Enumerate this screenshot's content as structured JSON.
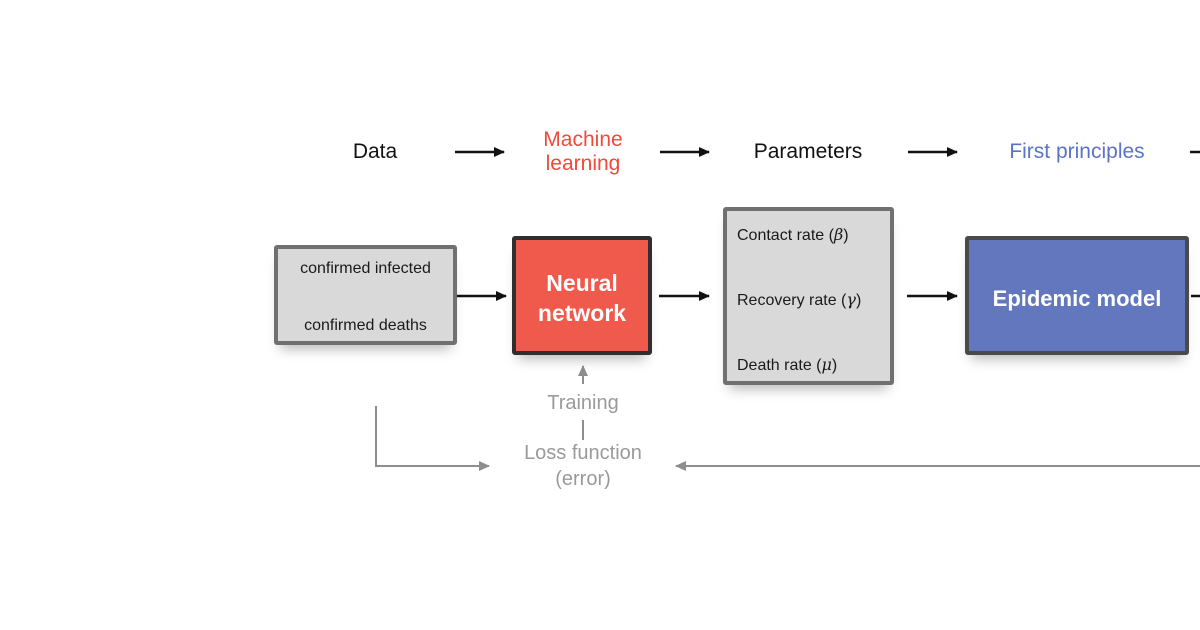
{
  "headers": {
    "data": "Data",
    "machine_learning": "Machine\nlearning",
    "parameters": "Parameters",
    "first_principles": "First principles"
  },
  "data_box": {
    "line1": "confirmed infected",
    "line2": "confirmed deaths"
  },
  "neural_network": {
    "title": "Neural\nnetwork"
  },
  "parameters_box": {
    "contact_label": "Contact rate",
    "contact_symbol": "β",
    "recovery_label": "Recovery rate",
    "recovery_symbol": "γ",
    "death_label": "Death rate",
    "death_symbol": "μ"
  },
  "epidemic_model": {
    "title": "Epidemic model"
  },
  "training": "Training",
  "loss_function": "Loss function\n(error)",
  "colors": {
    "machine_learning": "#ee4b3b",
    "first_principles": "#5b73c7",
    "neural_network_fill": "#ef5a4d",
    "epidemic_model_fill": "#6277be",
    "box_gray": "#d9d9d9",
    "feedback_gray": "#9a9a9a"
  }
}
